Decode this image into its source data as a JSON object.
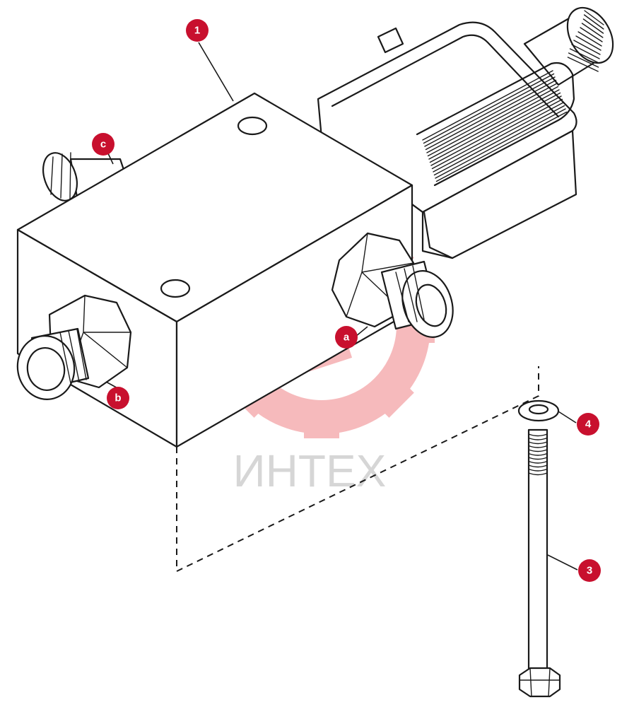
{
  "watermark": {
    "text": "ИНТЕХ",
    "gear_color": "#f4a3a6",
    "text_color": "#c9c9c9"
  },
  "callouts": [
    {
      "id": "1",
      "label": "1"
    },
    {
      "id": "c",
      "label": "c"
    },
    {
      "id": "a",
      "label": "a"
    },
    {
      "id": "b",
      "label": "b"
    },
    {
      "id": "4",
      "label": "4"
    },
    {
      "id": "3",
      "label": "3"
    }
  ],
  "colors": {
    "callout_fill": "#c8102e",
    "line": "#1a1a1a"
  },
  "icons": {
    "watermark_logo": "gear-logo-icon"
  }
}
